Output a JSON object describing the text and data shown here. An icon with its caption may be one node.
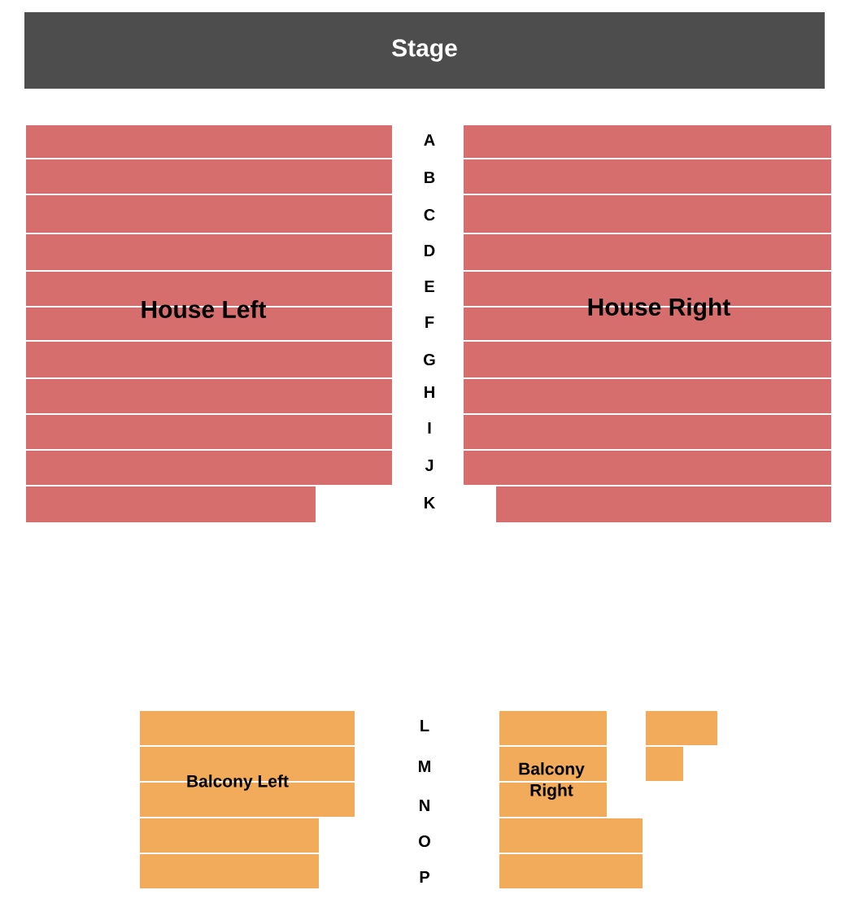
{
  "diagram": {
    "nodes": [
      {
        "text": [
          "Stage"
        ]
      },
      {
        "text": [
          "House Left"
        ]
      },
      {
        "text": [
          "House Right"
        ]
      },
      {
        "text": [
          "Balcony Left"
        ]
      },
      {
        "text": [
          "Balcony Right"
        ]
      }
    ],
    "labels": [
      "A",
      "B",
      "C",
      "D",
      "E",
      "F",
      "G",
      "H",
      "I",
      "J",
      "K",
      "L",
      "M",
      "N",
      "O",
      "P"
    ]
  }
}
